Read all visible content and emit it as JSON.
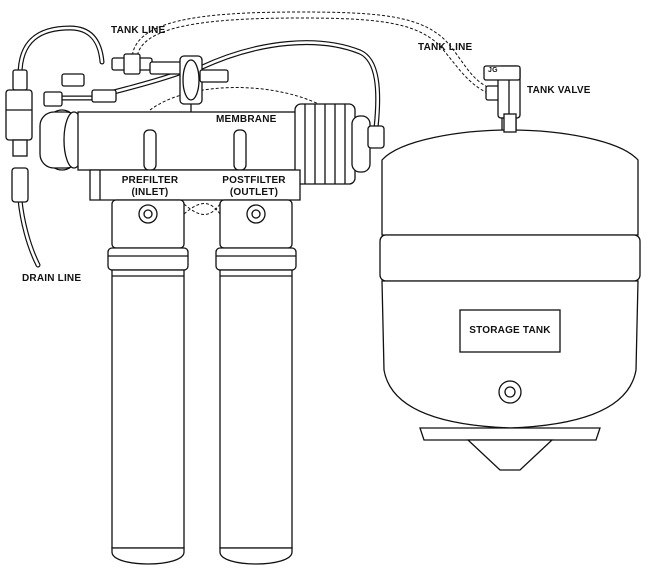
{
  "labels": {
    "tank_line_top": "TANK LINE",
    "tank_line_right": "TANK LINE",
    "tank_valve": "TANK VALVE",
    "membrane": "MEMBRANE",
    "prefilter_line1": "PREFILTER",
    "prefilter_line2": "(INLET)",
    "postfilter_line1": "POSTFILTER",
    "postfilter_line2": "(OUTLET)",
    "drain_line": "DRAIN LINE",
    "storage_tank": "STORAGE TANK",
    "valve_logo": "JG"
  }
}
